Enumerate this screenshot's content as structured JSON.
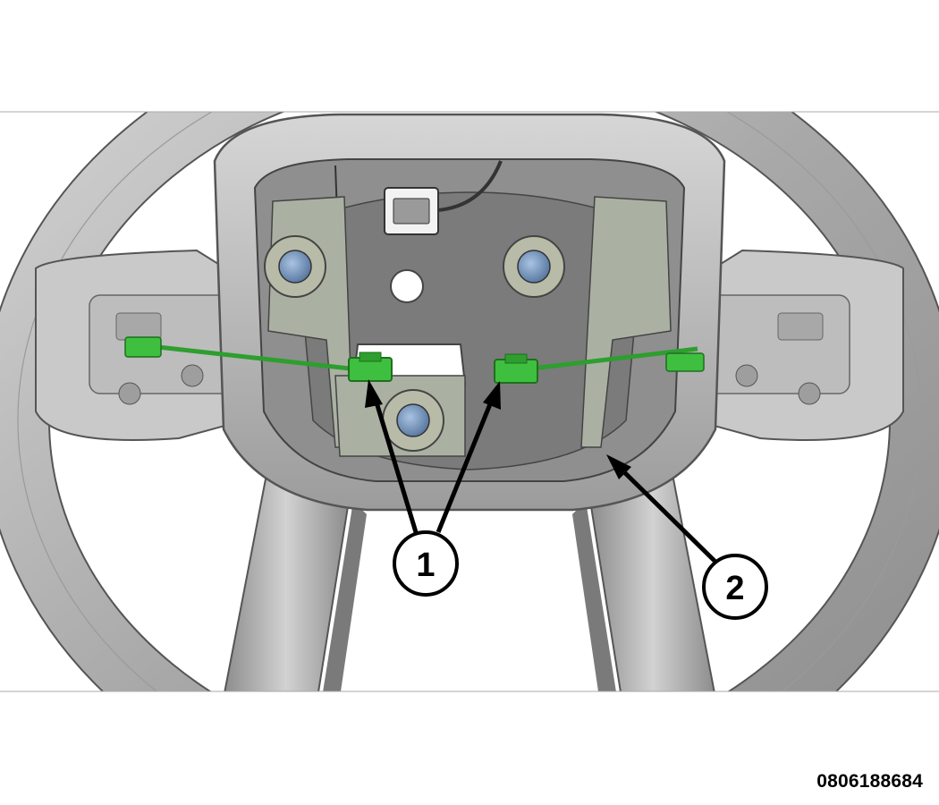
{
  "callouts": [
    {
      "label": "1"
    },
    {
      "label": "2"
    }
  ],
  "figure_id": "0806188684",
  "colors": {
    "wheel": "#b9b9b9",
    "wheel_dark": "#7e7e7e",
    "harness": "#2e9e2e",
    "connector": "#3fbf3f",
    "bolt": "#6d8fb8",
    "line": "#000000"
  }
}
